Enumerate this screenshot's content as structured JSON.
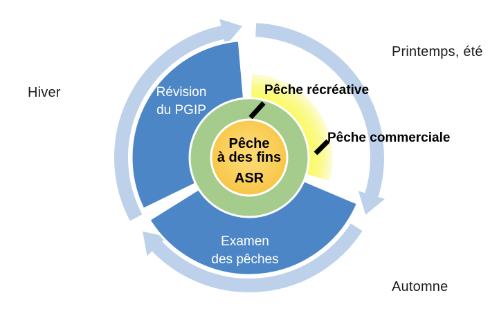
{
  "diagram": {
    "title_semantic": "Cycle annuel de gestion des pêches",
    "center_circle": {
      "line1": "Pêche",
      "line2": "à des fins",
      "line3": "ASR"
    },
    "wedges": {
      "revision": {
        "line1": "Révision",
        "line2": "du PGIP"
      },
      "examen": {
        "line1": "Examen",
        "line2": "des pêches"
      }
    },
    "callouts": {
      "recreative": "Pêche récréative",
      "commerciale": "Pêche commerciale"
    },
    "seasons": {
      "hiver": "Hiver",
      "printemps": "Printemps, été",
      "automne": "Automne"
    },
    "colors": {
      "background": "#FFFFFF",
      "wedge_blue": "#4D86C6",
      "arc_blue": "#BDD1EB",
      "ring_green": "#A5CC8D",
      "center_gold_inner": "#FBD76E",
      "center_gold_outer": "#F7C544",
      "wedge_yellow_inner": "#FBFB4B",
      "wedge_yellow_mid": "#FAFA8C",
      "wedge_yellow_outer": "#FCFCDE",
      "tick_black": "#000000",
      "label_black": "#1C1C1C",
      "wedge_text_white": "#FFFFFF",
      "separator_white": "#FFFFFF"
    }
  }
}
